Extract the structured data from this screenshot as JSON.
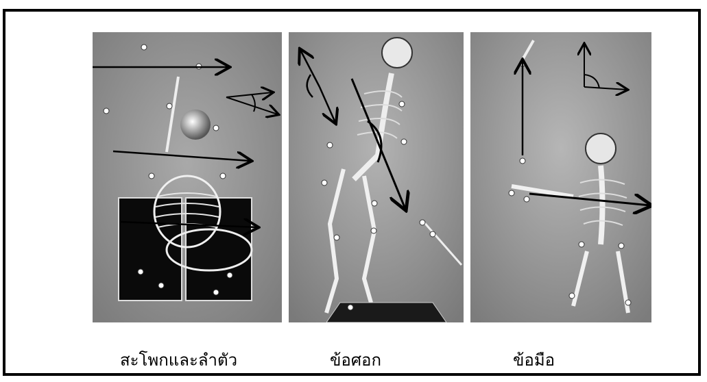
{
  "figure": {
    "panels": [
      {
        "caption": "สะโพกและลำตัว",
        "shows": "hip-and-trunk-skeleton-with-motion-arrows"
      },
      {
        "caption": "ข้อศอก",
        "shows": "elbow-skeleton-side-view-with-motion-arrows"
      },
      {
        "caption": "ข้อมือ",
        "shows": "wrist-skeleton-with-motion-arrows"
      }
    ]
  }
}
